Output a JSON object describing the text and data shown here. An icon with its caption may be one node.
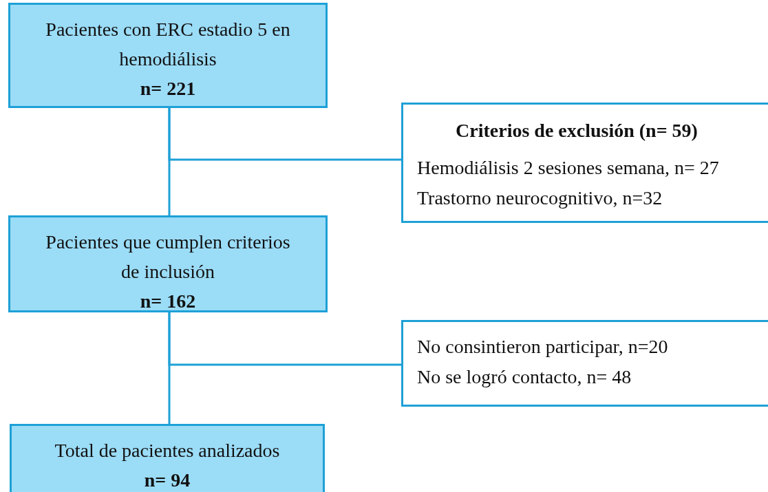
{
  "diagram": {
    "nodes": [
      {
        "text": [
          "Pacientes con ERC estadio 5 en hemodiálisis",
          "n= 221"
        ]
      },
      {
        "text": [
          "Criterios de exclusión (n= 59)",
          "Hemodiálisis 2 sesiones semana, n= 27",
          "Trastorno neurocognitivo, n=32"
        ]
      },
      {
        "text": [
          "Pacientes que cumplen criterios de inclusión",
          "n= 162"
        ]
      },
      {
        "text": [
          "No consintieron participar, n=20",
          "No se logró contacto, n= 48"
        ]
      },
      {
        "text": [
          "Total de pacientes analizados",
          "n= 94"
        ]
      }
    ],
    "edges": [
      {
        "from": 0,
        "to": 2,
        "arrow": "none"
      },
      {
        "from": 0,
        "to": 1,
        "arrow": "none"
      },
      {
        "from": 2,
        "to": 4,
        "arrow": "none"
      },
      {
        "from": 2,
        "to": 3,
        "arrow": "none"
      }
    ]
  }
}
